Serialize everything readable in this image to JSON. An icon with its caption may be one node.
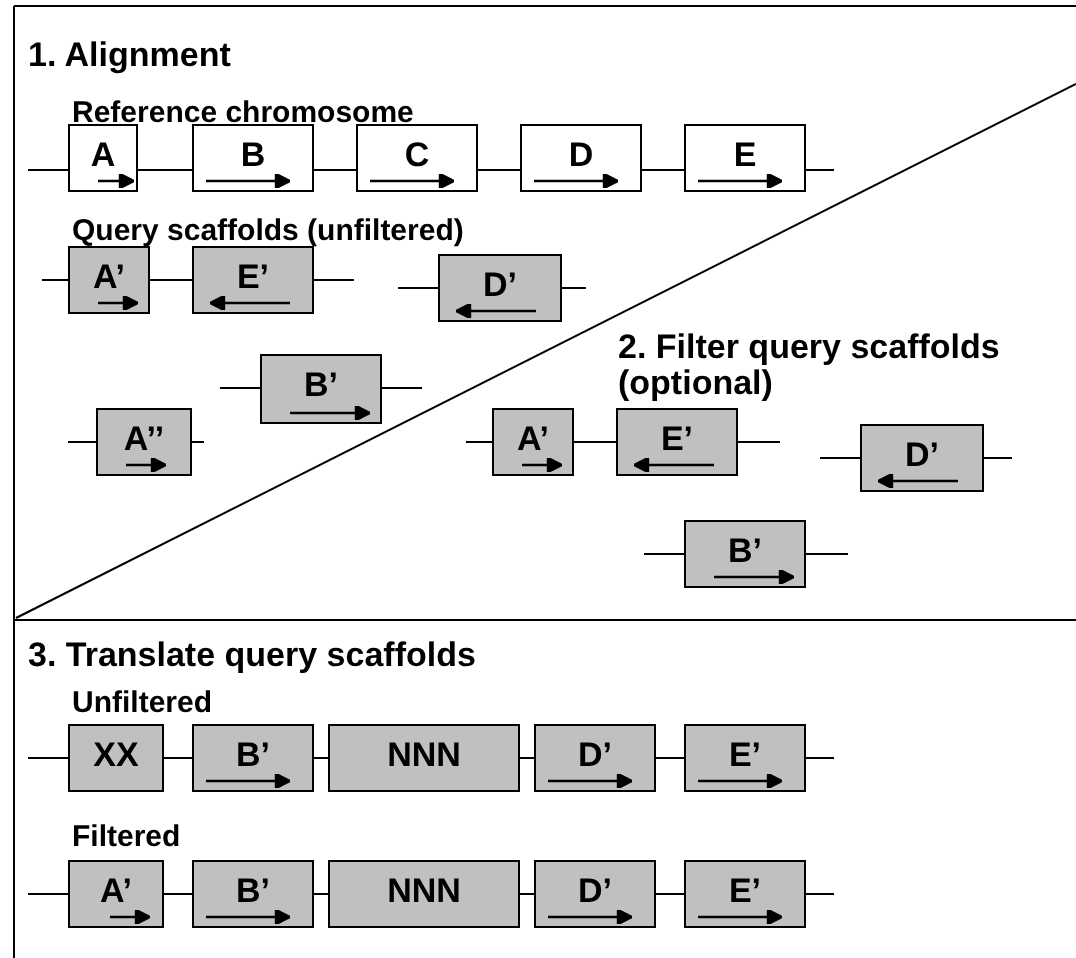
{
  "diagram": {
    "nodes": [
      {
        "text": [
          "A"
        ]
      },
      {
        "text": [
          "B"
        ]
      },
      {
        "text": [
          "C"
        ]
      },
      {
        "text": [
          "D"
        ]
      },
      {
        "text": [
          "E"
        ]
      },
      {
        "text": [
          "A’"
        ]
      },
      {
        "text": [
          "E’"
        ]
      },
      {
        "text": [
          "D’"
        ]
      },
      {
        "text": [
          "B’"
        ]
      },
      {
        "text": [
          "A’’"
        ]
      },
      {
        "text": [
          "A’"
        ]
      },
      {
        "text": [
          "E’"
        ]
      },
      {
        "text": [
          "D’"
        ]
      },
      {
        "text": [
          "B’"
        ]
      },
      {
        "text": [
          "XX"
        ]
      },
      {
        "text": [
          "B’"
        ]
      },
      {
        "text": [
          "NNN"
        ]
      },
      {
        "text": [
          "D’"
        ]
      },
      {
        "text": [
          "E’"
        ]
      },
      {
        "text": [
          "A’"
        ]
      },
      {
        "text": [
          "B’"
        ]
      },
      {
        "text": [
          "NNN"
        ]
      },
      {
        "text": [
          "D’"
        ]
      },
      {
        "text": [
          "E’"
        ]
      }
    ],
    "edges": [
      {
        "from": 0,
        "to": 1,
        "arrow": "none"
      },
      {
        "from": 1,
        "to": 2,
        "arrow": "none"
      },
      {
        "from": 2,
        "to": 3,
        "arrow": "none"
      },
      {
        "from": 3,
        "to": 4,
        "arrow": "none"
      },
      {
        "from": 5,
        "to": 6,
        "arrow": "none"
      },
      {
        "from": 10,
        "to": 11,
        "arrow": "none"
      },
      {
        "from": 14,
        "to": 15,
        "arrow": "none"
      },
      {
        "from": 15,
        "to": 16,
        "arrow": "none"
      },
      {
        "from": 16,
        "to": 17,
        "arrow": "none"
      },
      {
        "from": 17,
        "to": 18,
        "arrow": "none"
      },
      {
        "from": 19,
        "to": 20,
        "arrow": "none"
      },
      {
        "from": 20,
        "to": 21,
        "arrow": "none"
      },
      {
        "from": 21,
        "to": 22,
        "arrow": "none"
      },
      {
        "from": 22,
        "to": 23,
        "arrow": "none"
      }
    ],
    "labels": [
      "1. Alignment",
      "Reference chromosome",
      "Query scaffolds (unfiltered)",
      "2. Filter query scaffolds (optional)",
      "3. Translate query scaffolds",
      "Unfiltered",
      "Filtered"
    ]
  }
}
